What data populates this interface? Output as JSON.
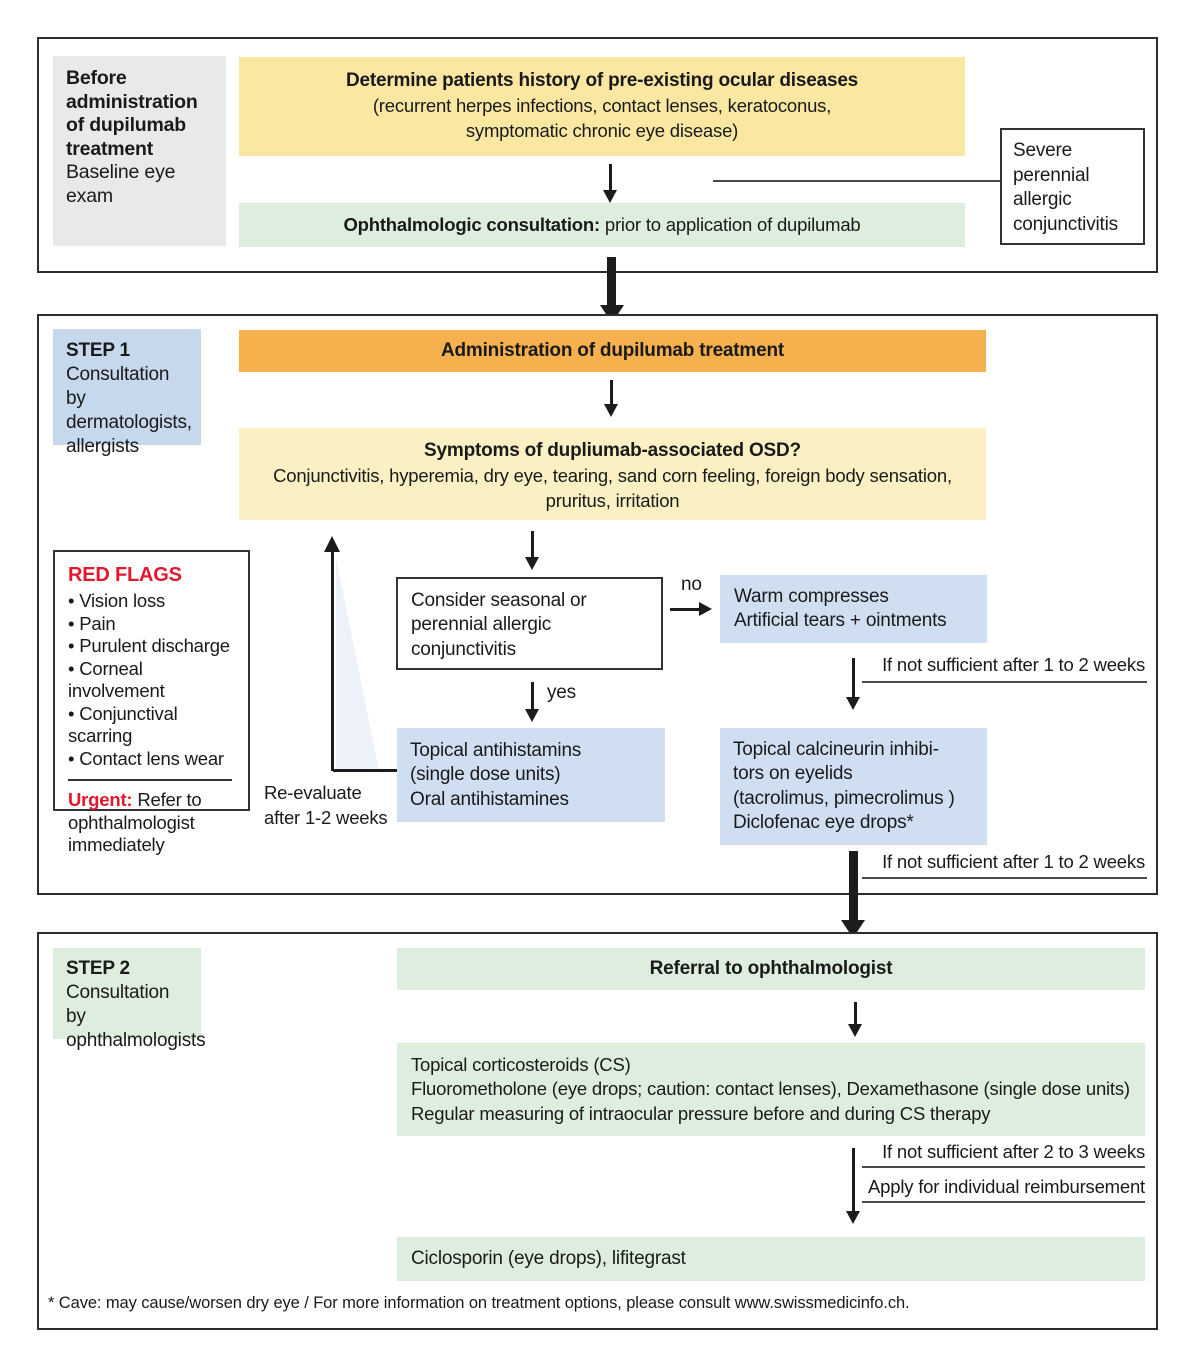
{
  "colors": {
    "outer_border": "#2d2d2d",
    "grey_label": "#e9e9e9",
    "yellow_top": "#fae7a2",
    "yellow_symptoms": "#faf0c4",
    "orange": "#f6b04e",
    "green": "#deeede",
    "blue_label": "#c6d8ec",
    "blue_box": "#cfdff1",
    "red_accent": "#e4182d"
  },
  "section1": {
    "label": {
      "bold": "Before administration of dupilumab treatment",
      "normal": "Baseline eye exam"
    },
    "determine": {
      "title": "Determine patients history of pre-existing ocular diseases",
      "lines": [
        "(recurrent herpes infections, contact lenses, keratoconus,",
        "symptomatic chronic eye disease)"
      ]
    },
    "consultation": {
      "bold": "Ophthalmologic consultation:",
      "rest": " prior to application of dupilumab"
    },
    "severe": "Severe perennial allergic conjunctivitis"
  },
  "step1": {
    "label": {
      "bold": "STEP 1",
      "normal": "Consultation by dermatologists, allergists"
    },
    "admin": "Administration of dupilumab treatment",
    "symptoms": {
      "title": "Symptoms of dupliumab-associated OSD?",
      "lines": [
        "Conjunctivitis, hyperemia, dry eye, tearing, sand corn feeling, foreign body sensation,",
        "pruritus, irritation"
      ]
    },
    "red_flags": {
      "title": "RED FLAGS",
      "items": [
        "Vision loss",
        "Pain",
        "Purulent discharge",
        "Corneal involvement",
        "Conjunctival scarring",
        "Contact lens wear"
      ],
      "urgent_bold": "Urgent:",
      "urgent_rest": " Refer to ophthalmologist immediately"
    },
    "consider": {
      "lines": [
        "Consider seasonal or",
        "perennial allergic",
        "conjunctivitis"
      ]
    },
    "no_label": "no",
    "yes_label": "yes",
    "warm": {
      "lines": [
        "Warm compresses",
        "Artificial tears + ointments"
      ]
    },
    "antihistamins": {
      "lines": [
        "Topical antihistamins",
        "(single dose units)",
        "Oral antihistamines"
      ]
    },
    "calcineurin": {
      "lines": [
        "Topical calcineurin inhibi-",
        "tors on eyelids",
        "(tacrolimus, pimecrolimus )",
        "Diclofenac eye drops*"
      ]
    },
    "reevaluate": {
      "lines": [
        "Re-evaluate",
        "after 1-2 weeks"
      ]
    },
    "not_sufficient_1": "If not sufficient after 1 to 2 weeks",
    "not_sufficient_2": "If not sufficient after 1 to 2 weeks"
  },
  "step2": {
    "label": {
      "bold": "STEP 2",
      "normal": "Consultation by ophthalmologists"
    },
    "referral": "Referral to ophthalmologist",
    "cs": {
      "lines": [
        "Topical corticosteroids (CS)",
        "Fluorometholone (eye drops; caution: contact lenses), Dexamethasone (single dose units)",
        "Regular measuring of intraocular pressure before and during CS therapy"
      ]
    },
    "not_sufficient": "If not sufficient after 2 to 3 weeks",
    "apply": "Apply for individual reimbursement",
    "ciclosporin": "Ciclosporin (eye drops), lifitegrast"
  },
  "footnote": "* Cave: may cause/worsen dry eye / For more information on treatment options, please consult www.swissmedicinfo.ch."
}
